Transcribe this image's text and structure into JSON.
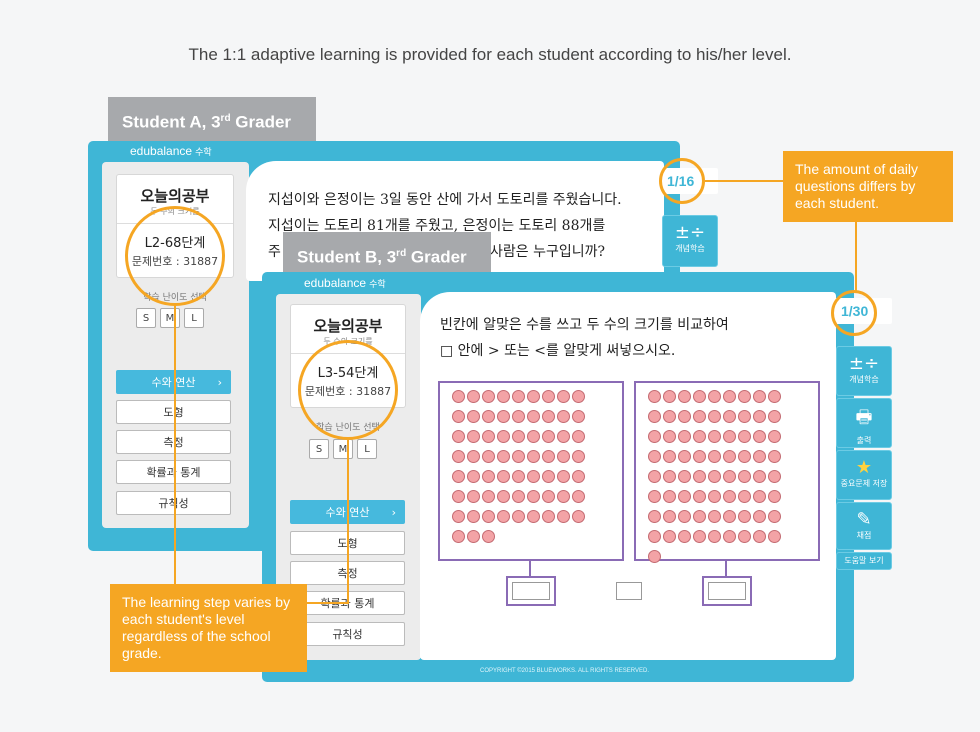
{
  "headline": "The 1:1 adaptive learning is provided for each student according to his/her level.",
  "student_a": {
    "tag": "Student A, 3",
    "tag_sup": "rd",
    "tag_tail": " Grader",
    "brand": "edubalance",
    "brand_sub": "수학",
    "today_title": "오늘의공부",
    "today_sub": "두 수의 크기를",
    "step": "L2-68단계",
    "problem_no": "문제번호 : 31887",
    "level_label": "학습 난이도 선택",
    "sml": [
      "S",
      "M",
      "L"
    ],
    "menu": [
      "수와 연산",
      "도형",
      "측정",
      "확률과 통계",
      "규칙성"
    ],
    "question": [
      "지섭이와 은정이는 3일 동안 산에 가서 도토리를 주웠습니다.",
      "지섭이는 도토리 81개를 주웠고, 은정이는 도토리 88개를",
      "주                                               사람은 누구입니까?"
    ],
    "counter": "1/16",
    "side_label": "개념학습"
  },
  "student_b": {
    "tag": "Student B, 3",
    "tag_sup": "rd",
    "tag_tail": " Grader",
    "brand": "edubalance",
    "brand_sub": "수학",
    "today_title": "오늘의공부",
    "today_sub": "두 수의 크기를",
    "step": "L3-54단계",
    "problem_no": "문제번호 : 31887",
    "level_label": "학습 난이도 선택",
    "sml": [
      "S",
      "M",
      "L"
    ],
    "menu": [
      "수와 연산",
      "도형",
      "측정",
      "확률과 통계",
      "규칙성"
    ],
    "question": [
      "빈칸에 알맞은 수를 쓰고 두 수의 크기를 비교하여",
      "□ 안에 > 또는 <를 알맞게 써넣으시오."
    ],
    "counter": "1/30",
    "side_buttons": [
      "개념학습",
      "출력",
      "중요문제 저장",
      "채점",
      "도움말 보기"
    ],
    "left_dots": 66,
    "right_dots": 73,
    "copyright": "COPYRIGHT ©2015 BLUEWORKS. ALL RIGHTS RESERVED."
  },
  "callouts": {
    "right": "The amount of daily questions differs by each student.",
    "left": "The learning step varies by each student's level regardless of the school grade."
  },
  "colors": {
    "accent": "#3fb6d6",
    "callout": "#f5a623",
    "dot": "#f3a3a6",
    "box": "#8a6bb5"
  }
}
